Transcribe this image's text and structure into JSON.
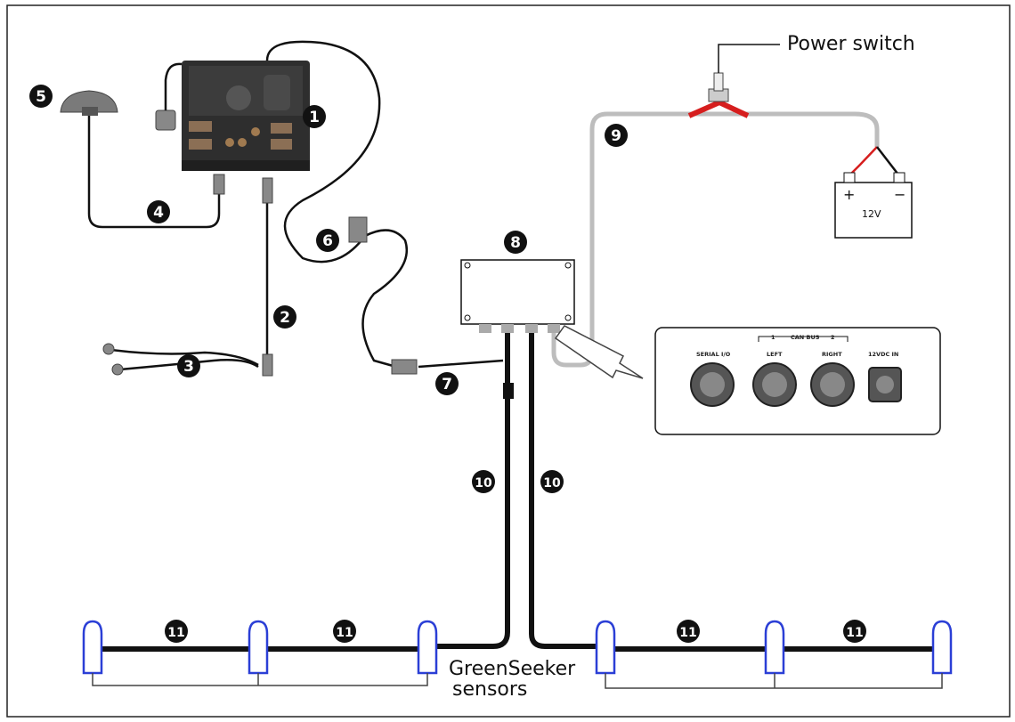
{
  "labels": {
    "power_switch": "Power switch",
    "battery": "12V",
    "battery_plus": "+",
    "battery_minus": "−",
    "sensors_line1": "GreenSeeker",
    "sensors_line2": "sensors"
  },
  "callouts": {
    "c1": "1",
    "c2": "2",
    "c3": "3",
    "c4": "4",
    "c5": "5",
    "c6": "6",
    "c7": "7",
    "c8": "8",
    "c9": "9",
    "c10a": "10",
    "c10b": "10",
    "c11a": "11",
    "c11b": "11",
    "c11c": "11",
    "c11d": "11"
  },
  "panel": {
    "serial": "SERIAL I/O",
    "canbus": "CAN BUS",
    "can1": "1",
    "can2": "2",
    "left": "LEFT",
    "right": "RIGHT",
    "power_in": "12VDC IN"
  },
  "colors": {
    "cable": "#111111",
    "power_cable": "#bdbdbd",
    "sensor": "#2b3fd6",
    "switch_red": "#d61e1e"
  }
}
